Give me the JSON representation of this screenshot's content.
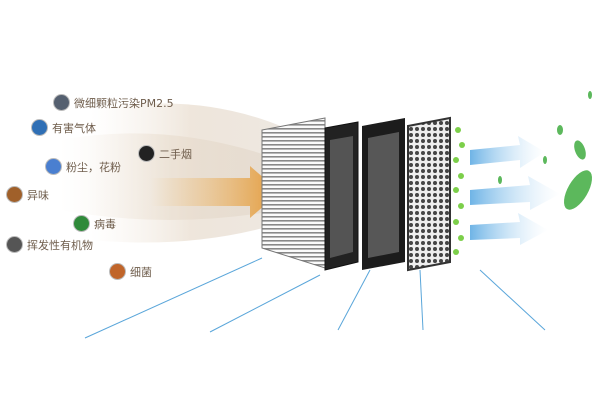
{
  "pollutants": [
    {
      "label": "微细颗粒污染PM2.5",
      "icon": "particle-icon",
      "color": "#556070"
    },
    {
      "label": "有害气体",
      "icon": "gas-icon",
      "color": "#2f6fb5"
    },
    {
      "label": "二手烟",
      "icon": "smoke-icon",
      "color": "#222222"
    },
    {
      "label": "粉尘，花粉",
      "icon": "pollen-icon",
      "color": "#4a7fd0"
    },
    {
      "label": "异味",
      "icon": "odor-icon",
      "color": "#a0602a"
    },
    {
      "label": "病毒",
      "icon": "virus-icon",
      "color": "#2f8a3a"
    },
    {
      "label": "挥发性有机物",
      "icon": "voc-icon",
      "color": "#555555"
    },
    {
      "label": "细菌",
      "icon": "bacteria-icon",
      "color": "#c0652a"
    }
  ],
  "colors": {
    "text": "#6e5c4b",
    "arrow": "#e9a94a",
    "clean_air": "#8cc4ea",
    "leaf": "#5cb85c",
    "lines": "#5aa6da"
  }
}
